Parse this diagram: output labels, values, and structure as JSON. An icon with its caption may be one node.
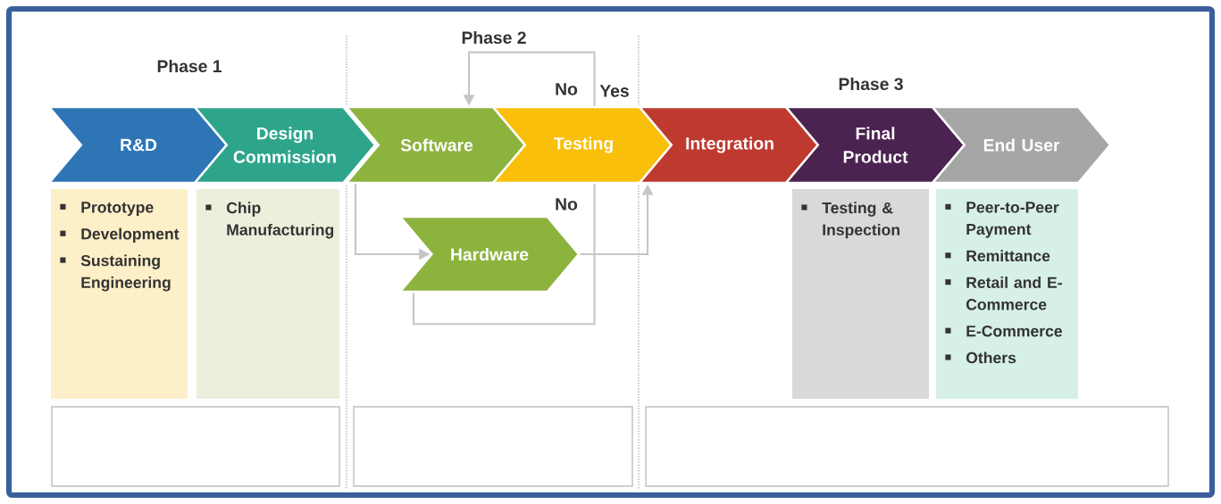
{
  "diagram": {
    "nodes": [
      {
        "text": [
          "R&D"
        ]
      },
      {
        "text": [
          "Design Commission"
        ]
      },
      {
        "text": [
          "Software"
        ]
      },
      {
        "text": [
          "Testing"
        ]
      },
      {
        "text": [
          "Integration"
        ]
      },
      {
        "text": [
          "Final Product"
        ]
      },
      {
        "text": [
          "End User"
        ]
      },
      {
        "text": [
          "Hardware"
        ]
      },
      {
        "text": [
          "Prototype",
          "Development",
          "Sustaining Engineering"
        ]
      },
      {
        "text": [
          "Chip Manufacturing"
        ]
      },
      {
        "text": [
          "Testing & Inspection"
        ]
      },
      {
        "text": [
          "Peer-to-Peer Payment",
          "Remittance",
          "Retail and E-Commerce",
          "E-Commerce",
          "Others"
        ]
      },
      {
        "text": [],
        "shape": "box"
      },
      {
        "text": [],
        "shape": "box"
      },
      {
        "text": [],
        "shape": "box"
      }
    ],
    "edges": [
      {
        "from": 3,
        "to": 2,
        "arrow": "to",
        "label": "No"
      },
      {
        "from": 2,
        "to": 7,
        "arrow": "to"
      },
      {
        "from": 7,
        "to": 4,
        "arrow": "to"
      },
      {
        "from": 7,
        "to": 3,
        "arrow": "none",
        "label": "No"
      }
    ],
    "labels": [
      "Phase 2",
      "Phase 1",
      "Yes",
      "Phase 3"
    ]
  }
}
